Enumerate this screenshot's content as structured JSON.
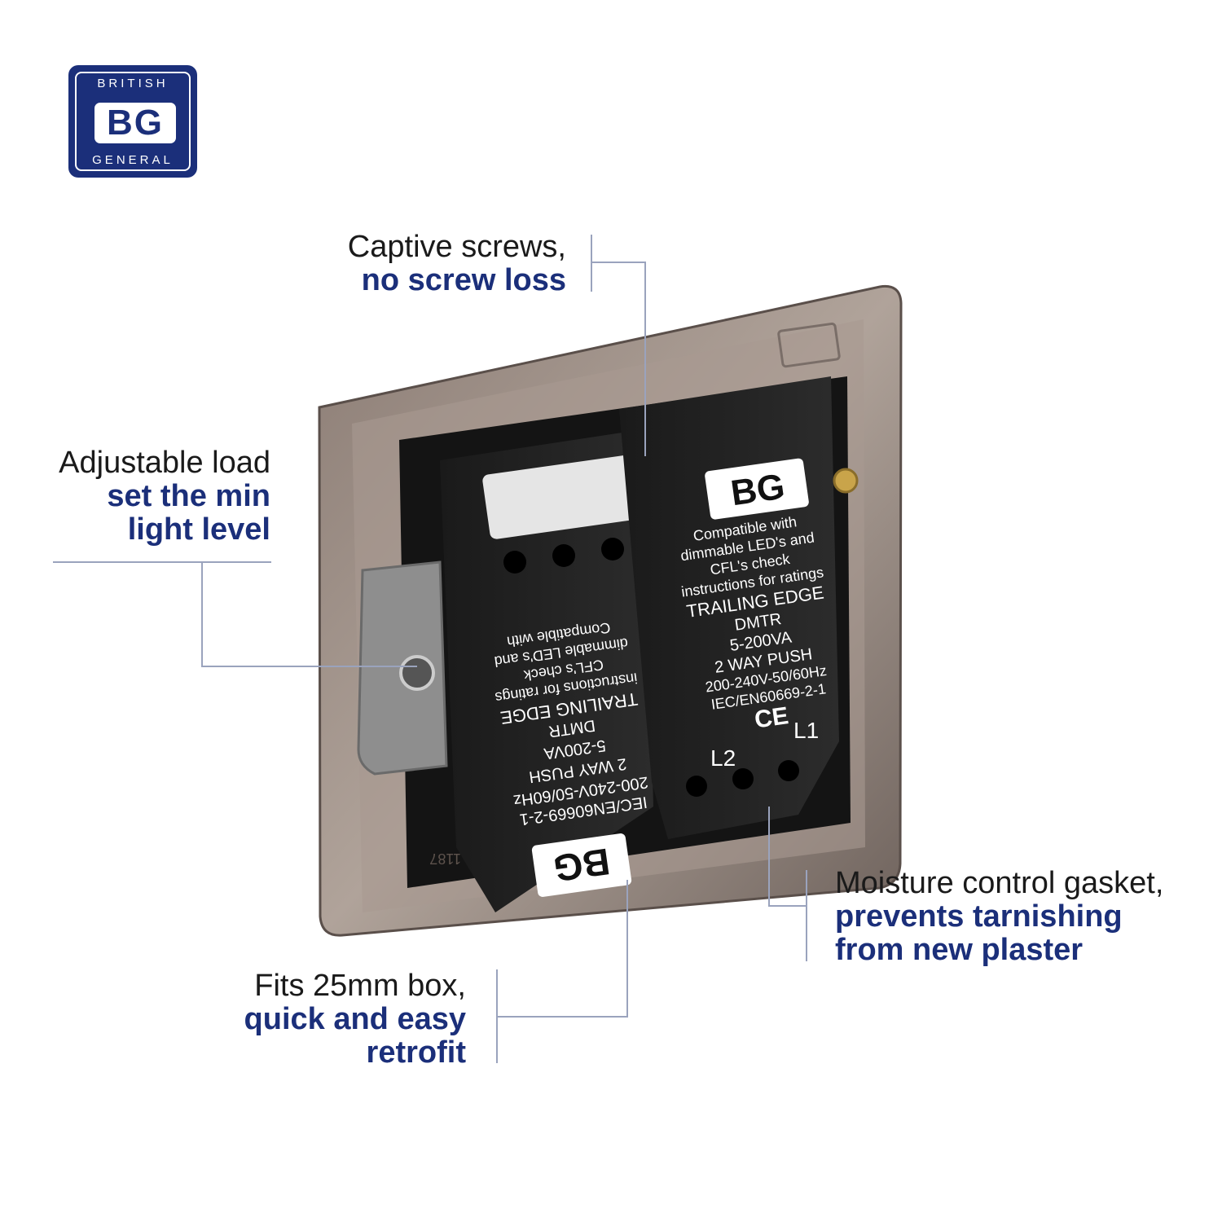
{
  "brand": {
    "top": "BRITISH",
    "mark": "BG",
    "bottom": "GENERAL",
    "color": "#1b2f7a"
  },
  "callouts": {
    "captive": {
      "line1": "Captive screws,",
      "line2": "no screw loss"
    },
    "adjustable": {
      "line1": "Adjustable load",
      "line2": "set the min",
      "line3": "light level"
    },
    "moisture": {
      "line1": "Moisture control gasket,",
      "line2": "prevents tarnishing",
      "line3": "from new plaster"
    },
    "fits": {
      "line1": "Fits 25mm box,",
      "line2": "quick and easy",
      "line3": "retrofit"
    }
  },
  "module": {
    "logo": "BG",
    "text": [
      "Compatible with",
      "dimmable LED's and",
      "CFL's check",
      "instructions for ratings",
      "TRAILING EDGE",
      "DMTR",
      "5-200VA",
      "2 WAY PUSH",
      "200-240V-50/60Hz",
      "IEC/EN60669-2-1"
    ],
    "terminals": [
      "L2",
      "L1"
    ],
    "marks": [
      "CE"
    ]
  },
  "plate_code": "1187"
}
